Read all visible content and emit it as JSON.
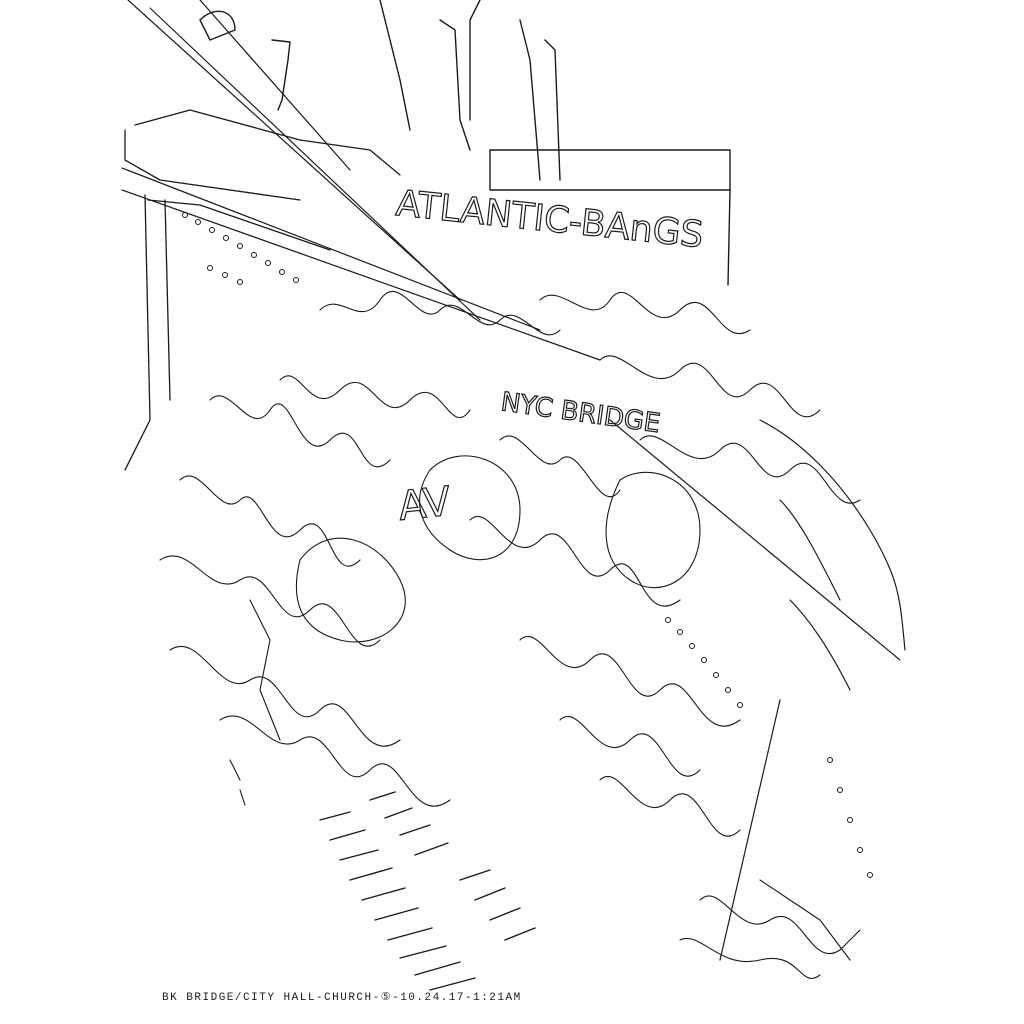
{
  "artwork": {
    "caption": "BK BRIDGE/CITY HALL-CHURCH-⑤-10.24.17-1:21AM",
    "sign_letters_1": "ATLANTIC-BAnGS",
    "sign_letters_2": "NYC BRIDGE",
    "sign_letters_3": "AV",
    "ink_color": "#1a1a1a",
    "paper_color": "#ffffff"
  }
}
